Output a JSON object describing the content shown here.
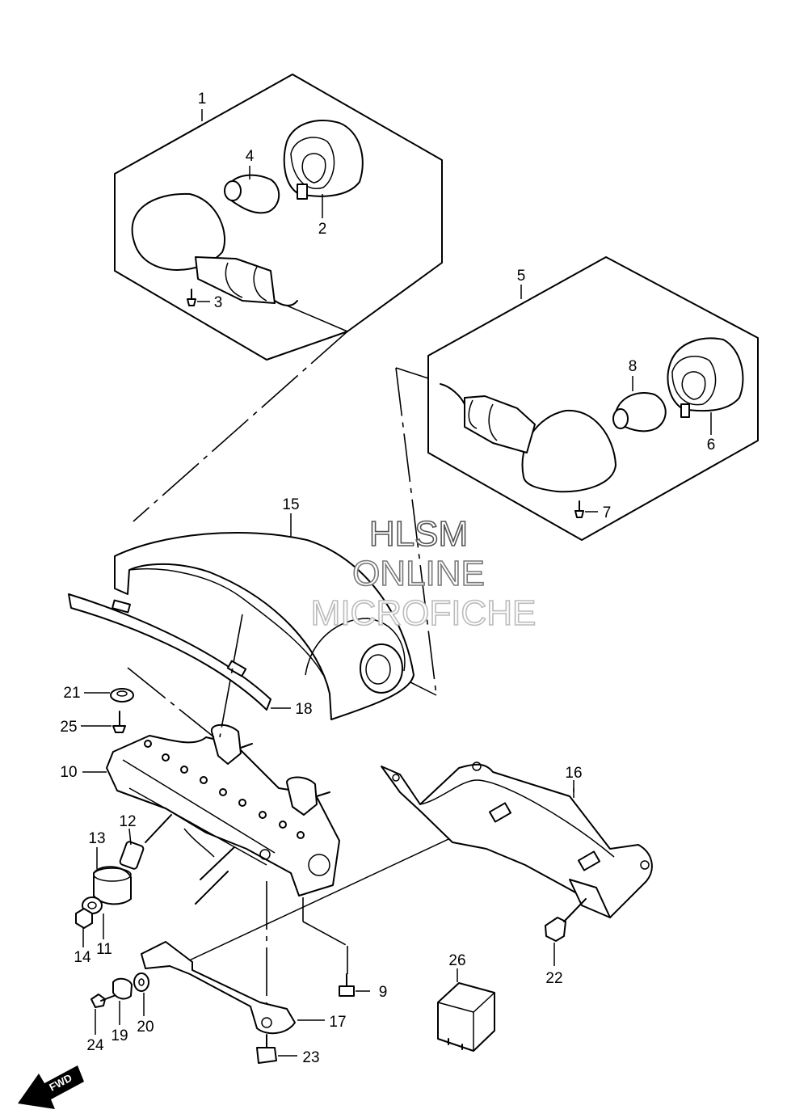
{
  "watermark": {
    "line1": "HLSM",
    "line2": "ONLINE",
    "line3": "MICROFICHE",
    "line1_color": "#555555",
    "line2_color": "#777777",
    "line3_color": "#bbbbbb"
  },
  "fwd_label": "FWD",
  "callouts": [
    {
      "id": "1",
      "text": "1"
    },
    {
      "id": "2",
      "text": "2"
    },
    {
      "id": "3",
      "text": "3"
    },
    {
      "id": "4",
      "text": "4"
    },
    {
      "id": "5",
      "text": "5"
    },
    {
      "id": "6",
      "text": "6"
    },
    {
      "id": "7",
      "text": "7"
    },
    {
      "id": "8",
      "text": "8"
    },
    {
      "id": "9",
      "text": "9"
    },
    {
      "id": "10",
      "text": "10"
    },
    {
      "id": "11",
      "text": "11"
    },
    {
      "id": "12",
      "text": "12"
    },
    {
      "id": "13",
      "text": "13"
    },
    {
      "id": "14",
      "text": "14"
    },
    {
      "id": "15",
      "text": "15"
    },
    {
      "id": "16",
      "text": "16"
    },
    {
      "id": "17",
      "text": "17"
    },
    {
      "id": "18",
      "text": "18"
    },
    {
      "id": "19",
      "text": "19"
    },
    {
      "id": "20",
      "text": "20"
    },
    {
      "id": "21",
      "text": "21"
    },
    {
      "id": "22",
      "text": "22"
    },
    {
      "id": "23",
      "text": "23"
    },
    {
      "id": "24",
      "text": "24"
    },
    {
      "id": "25",
      "text": "25"
    },
    {
      "id": "26",
      "text": "26"
    }
  ]
}
